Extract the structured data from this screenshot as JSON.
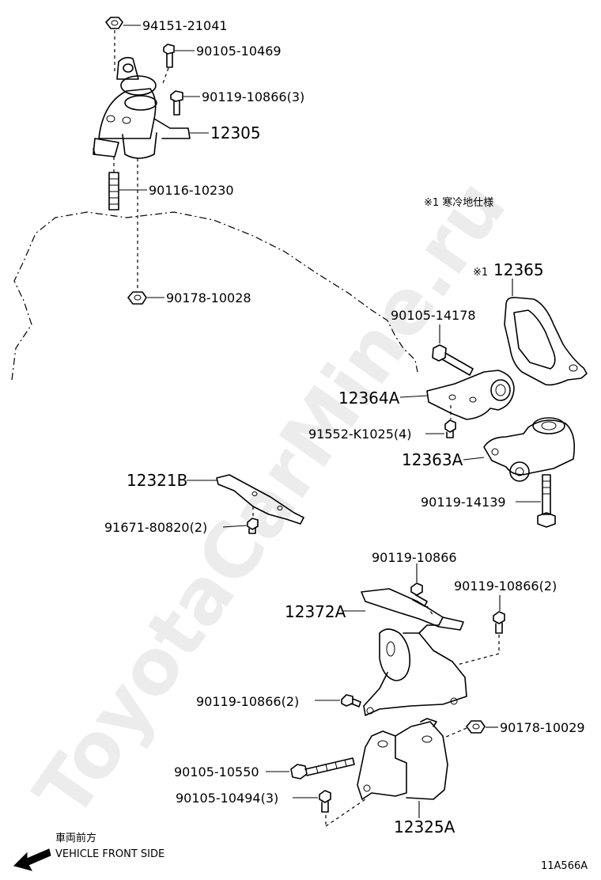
{
  "diagram": {
    "watermark": "ToyotaCarMine.ru",
    "note": "※1 寒冷地仕様",
    "figure_code": "11A566A",
    "direction": {
      "jp": "車両前方",
      "en": "VEHICLE FRONT SIDE"
    },
    "labels": {
      "p94151_21041": "94151-21041",
      "p90105_10469": "90105-10469",
      "p90119_10866_3a": "90119-10866(3)",
      "p12305": "12305",
      "p90116_10230": "90116-10230",
      "p90178_10028": "90178-10028",
      "p12365": "12365",
      "p12365_mark": "※1",
      "p90105_14178": "90105-14178",
      "p12364A": "12364A",
      "p91552_K1025": "91552-K1025(4)",
      "p12363A": "12363A",
      "p90119_14139": "90119-14139",
      "p12321B": "12321B",
      "p91671_80820": "91671-80820(2)",
      "p90119_10866": "90119-10866",
      "p90119_10866_2a": "90119-10866(2)",
      "p12372A": "12372A",
      "p90119_10866_2b": "90119-10866(2)",
      "p90178_10029": "90178-10029",
      "p90105_10550": "90105-10550",
      "p90105_10494": "90105-10494(3)",
      "p12325A": "12325A"
    }
  }
}
